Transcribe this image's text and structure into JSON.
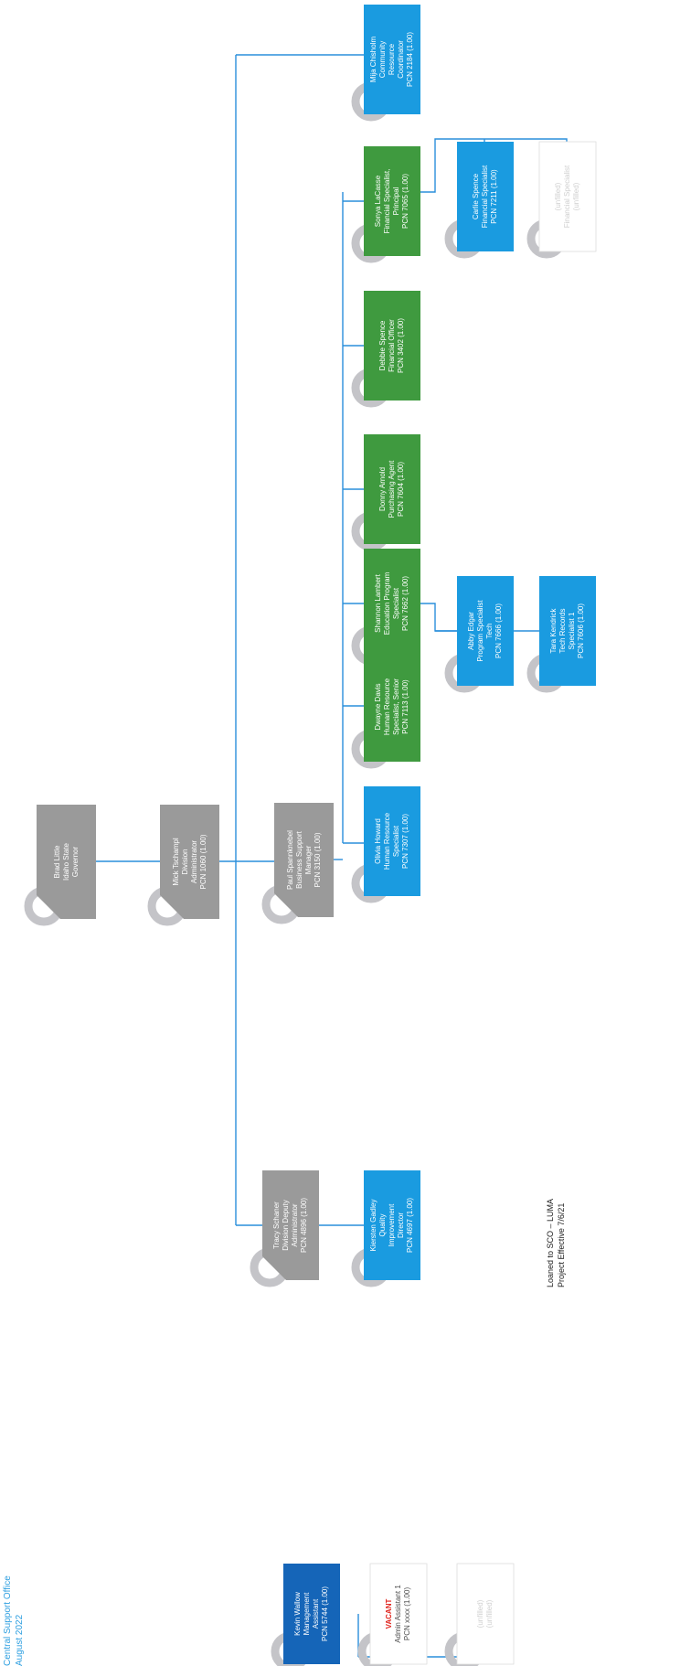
{
  "header": {
    "line1": "Central Support Office",
    "line2": "August 2022"
  },
  "note": {
    "line1": "Loaned to SCO – LUMA",
    "line2": "Project Effective 7/6/21"
  },
  "colors": {
    "gray": "#9a9a9a",
    "green": "#3f9a3f",
    "blue": "#1a9be0",
    "navy": "#1565b8",
    "line": "#2a8fdc",
    "avatar": "#c4c4c8"
  },
  "positions": {
    "governor": [
      "Brad Little",
      "Idaho State",
      "Governor"
    ],
    "administrator": [
      "Mick Tschampl",
      "Division",
      "Administrator",
      "PCN 1060 (1.00)"
    ],
    "deputy": [
      "Tracy Schaner",
      "Division Deputy",
      "Administrator",
      "PCN 4896 (1.00)"
    ],
    "quality": [
      "Kiersten Gadley",
      "Quality",
      "Improvement",
      "Director",
      "PCN 4697 (1.00)"
    ],
    "business_manager": [
      "Paul Spannknebel",
      "Business Support",
      "Manager",
      "PCN 3150 (1.00)"
    ],
    "hr_specialist": [
      "Olivia Howard",
      "Human Resource",
      "Specialist",
      "PCN 7307 (1.00)"
    ],
    "hr_senior": [
      "Dwayne Davis",
      "Human Resource",
      "Specialist, Senior",
      "PCN 7113 (1.00)"
    ],
    "education": [
      "Shannon Lambert",
      "Education Program",
      "Specialist",
      "PCN 7662 (1.00)"
    ],
    "purchasing": [
      "Donny Arnold",
      "Purchasing Agent",
      "PCN 7604 (1.00)"
    ],
    "financial_officer": [
      "Debbie Spence",
      "Financial Officer",
      "PCN 3402 (1.00)"
    ],
    "financial_principal": [
      "Sonya LaCasse",
      "Financial Specialist,",
      "Principal",
      "PCN 7065 (1.00)"
    ],
    "community": [
      "Mija Chisholm",
      "Community",
      "Resource",
      "Coordinator",
      "PCN 2184 (1.00)"
    ],
    "program_tech": [
      "Abby Edgar",
      "Program Specialist",
      "Tech",
      "PCN 7666 (1.00)"
    ],
    "tech_records": [
      "Tara Kendrick",
      "Tech Records",
      "Specialist 1",
      "PCN 7606 (1.00)"
    ],
    "financial_specialist": [
      "Carlie Spence",
      "Financial Specialist",
      "PCN 7211 (1.00)"
    ],
    "financial_faint": [
      "(unfilled)",
      "Financial Specialist",
      "(unfilled)"
    ],
    "mgmt_assistant": [
      "Kevin Wallow",
      "Management",
      "Assistant",
      "PCN 5744 (1.00)"
    ],
    "admin_assistant": [
      "VACANT",
      "Admin Assistant 1",
      "PCN xxxx (1.00)"
    ],
    "left_faint": [
      "(unfilled)",
      "(unfilled)"
    ]
  }
}
